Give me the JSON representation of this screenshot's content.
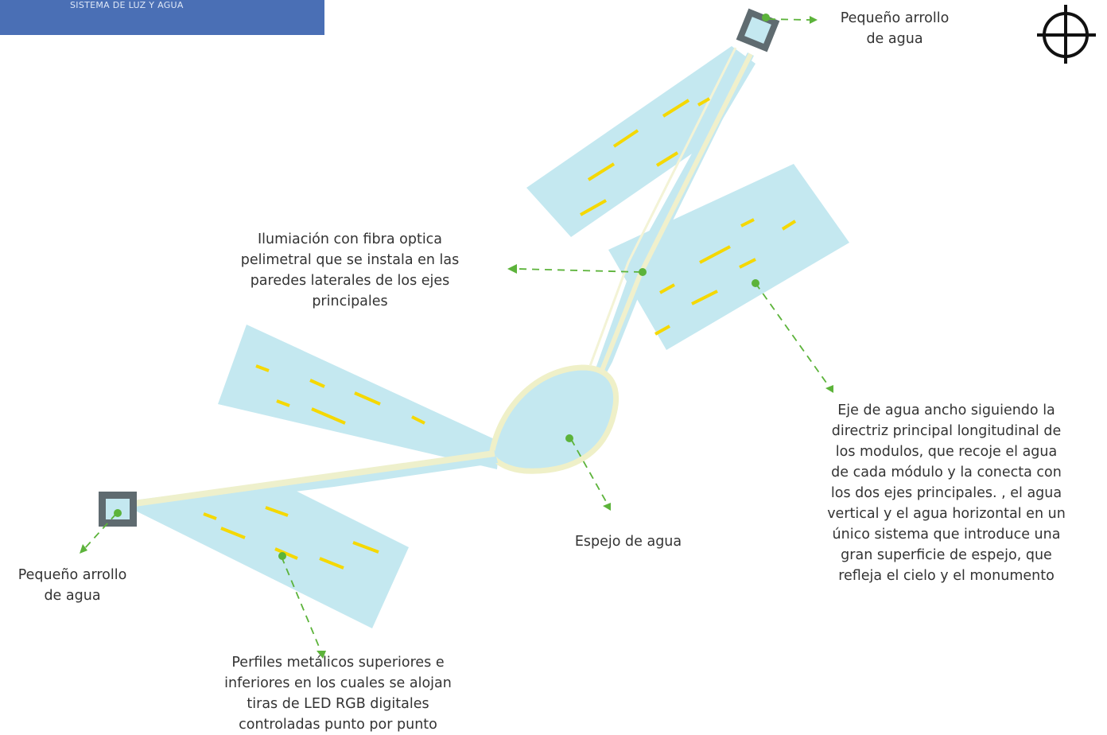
{
  "header": {
    "title": "SISTEMA DE LUZ Y AGUA"
  },
  "colors": {
    "water": "#c4e8f0",
    "fiber_border": "#f0f0cc",
    "led_strip": "#f5d800",
    "pointer": "#5cb33a",
    "basin": "#5f6b70",
    "header_bar": "#4a6fb5"
  },
  "icons": {
    "north": "north-arrow-icon",
    "basin": "basin-icon"
  },
  "labels": {
    "arroyo_top": [
      "Pequeño arrollo",
      "de agua"
    ],
    "arroyo_bottom": [
      "Pequeño arrollo",
      "de agua"
    ],
    "fibra": [
      "Ilumiación con fibra optica",
      "pelimetral que se instala en las",
      "paredes laterales de los ejes",
      "principales"
    ],
    "espejo": [
      "Espejo de agua"
    ],
    "eje_ancho": [
      "Eje de agua ancho  siguiendo la",
      "directriz principal longitudinal de",
      "los modulos, que recoje el agua",
      "de cada módulo y la conecta con",
      "los dos ejes principales. , el agua",
      "vertical y el agua horizontal en un",
      "único sistema  que introduce una",
      "gran superficie de espejo, que",
      "refleja el cielo y el monumento"
    ],
    "perfiles": [
      "Perfiles metálicos superiores e",
      "inferiores en los cuales se alojan",
      "tiras de LED RGB digitales",
      "controladas punto por punto"
    ]
  }
}
